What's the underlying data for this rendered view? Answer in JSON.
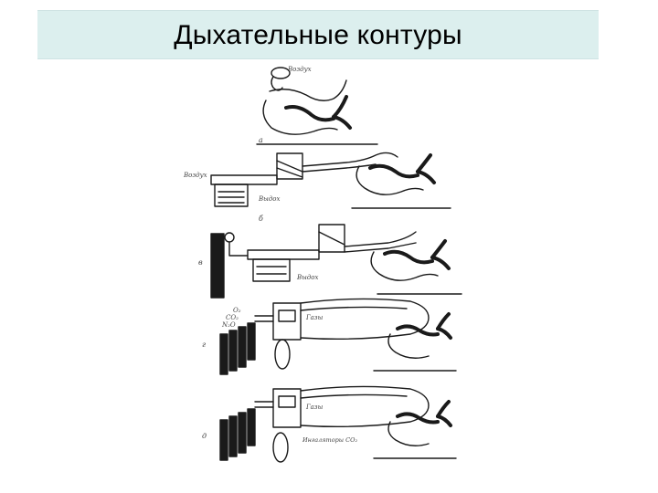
{
  "slide": {
    "title": "Дыхательные контуры"
  },
  "figure": {
    "panel_labels": [
      "a",
      "б",
      "в",
      "г",
      "д"
    ],
    "annotations": [
      "Воздух",
      "Выдох",
      "Газы",
      "O₂",
      "CO₂",
      "N₂O",
      "Ингаляторы CO₂"
    ]
  },
  "colors": {
    "title_bar": "#dcefee",
    "line": "#1a1a1a"
  }
}
